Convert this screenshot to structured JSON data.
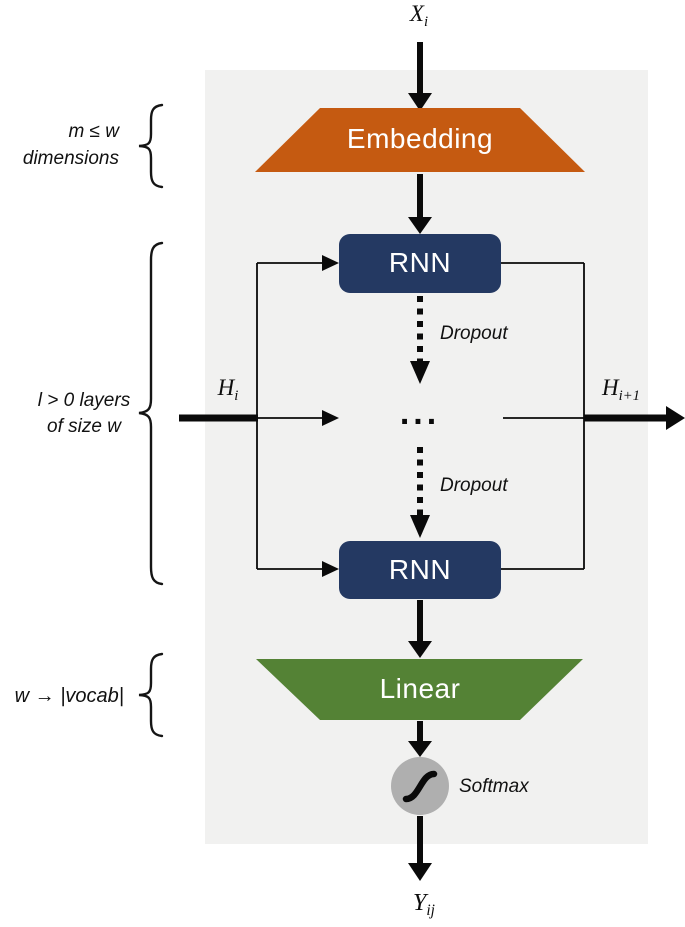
{
  "colors": {
    "panel": "#F1F1F0",
    "embedding": "#C55A11",
    "rnn": "#243962",
    "linear": "#548235",
    "softmax_circle": "#AFAFAF"
  },
  "nodes": {
    "embedding": "Embedding",
    "rnn_top": "RNN",
    "rnn_bottom": "RNN",
    "linear": "Linear"
  },
  "labels": {
    "input": {
      "base": "X",
      "sub": "i"
    },
    "hidden_in": {
      "base": "H",
      "sub": "i"
    },
    "hidden_out": {
      "base": "H",
      "sub": "i+1"
    },
    "output": {
      "base": "Y",
      "sub": "ij"
    },
    "dropout_top": "Dropout",
    "dropout_bottom": "Dropout",
    "softmax": "Softmax",
    "ellipsis": "..."
  },
  "notes": {
    "embedding_line1": "m ≤ w",
    "embedding_line2": "dimensions",
    "layers_line1": "l > 0 layers",
    "layers_line2": "of size w",
    "linear": "w → |vocab|"
  }
}
